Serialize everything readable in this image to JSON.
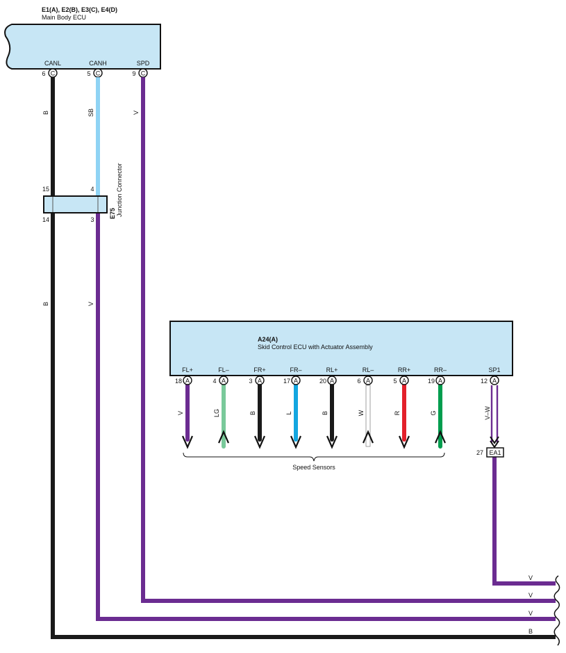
{
  "colors": {
    "ecu_fill": "#c7e6f5",
    "outline": "#111111",
    "V": "#6b2c91",
    "B": "#1a1a1a",
    "SB": "#8fd3f4",
    "LG": "#79c99a",
    "L": "#13a6e0",
    "W": "#ffffff",
    "R": "#e3202b",
    "G": "#009d4e"
  },
  "main_ecu": {
    "code": "E1(A), E2(B), E3(C), E4(D)",
    "name": "Main Body ECU",
    "pins": [
      {
        "label": "CANL",
        "num": "6",
        "conn": "C",
        "wire": "B"
      },
      {
        "label": "CANH",
        "num": "5",
        "conn": "C",
        "wire": "SB"
      },
      {
        "label": "SPD",
        "num": "9",
        "conn": "C",
        "wire": "V"
      }
    ]
  },
  "junction": {
    "code": "E75",
    "name": "Junction Connector",
    "pins_top": [
      "15",
      "4"
    ],
    "pins_bottom": [
      "14",
      "3"
    ],
    "wire_below": [
      "B",
      "V"
    ]
  },
  "skid_ecu": {
    "code": "A24(A)",
    "name": "Skid Control ECU with Actuator Assembly",
    "pins": [
      {
        "label": "FL+",
        "num": "18",
        "conn": "A",
        "wire": "V",
        "dir": "down"
      },
      {
        "label": "FL–",
        "num": "4",
        "conn": "A",
        "wire": "LG",
        "dir": "up"
      },
      {
        "label": "FR+",
        "num": "3",
        "conn": "A",
        "wire": "B",
        "dir": "down"
      },
      {
        "label": "FR–",
        "num": "17",
        "conn": "A",
        "wire": "L",
        "dir": "down"
      },
      {
        "label": "RL+",
        "num": "20",
        "conn": "A",
        "wire": "B",
        "dir": "down"
      },
      {
        "label": "RL–",
        "num": "6",
        "conn": "A",
        "wire": "W",
        "dir": "up"
      },
      {
        "label": "RR+",
        "num": "5",
        "conn": "A",
        "wire": "R",
        "dir": "down"
      },
      {
        "label": "RR–",
        "num": "19",
        "conn": "A",
        "wire": "G",
        "dir": "up"
      }
    ],
    "sp1": {
      "label": "SP1",
      "num": "12",
      "conn": "A",
      "wire": "V–W"
    },
    "group_label": "Speed Sensors"
  },
  "ea1": {
    "label": "EA1",
    "num": "27"
  },
  "outgoing": [
    "V",
    "V",
    "V",
    "B"
  ]
}
